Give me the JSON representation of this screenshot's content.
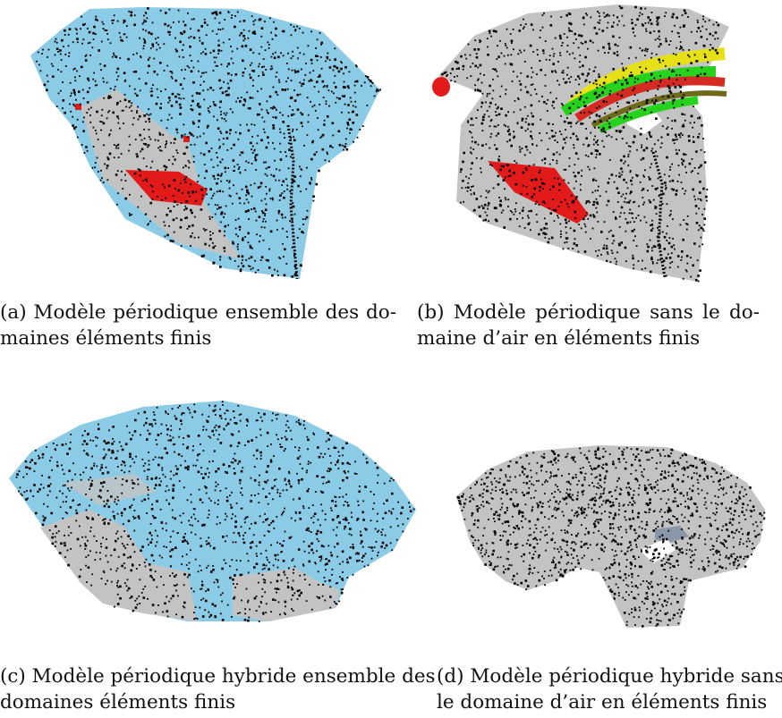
{
  "figures": [
    {
      "id": "a",
      "caption_lines": [
        "(a) Modèle périodique ensemble des do-",
        "maines éléments finis"
      ]
    },
    {
      "id": "b",
      "caption_lines": [
        "(b) Modèle périodique sans le do-",
        "maine d’air en éléments finis"
      ]
    },
    {
      "id": "c",
      "caption_lines": [
        "(c) Modèle périodique hybride ensemble des",
        "domaines éléments finis"
      ]
    },
    {
      "id": "d",
      "caption_lines": [
        "(d) Modèle périodique hybride sans",
        "le domaine d’air en éléments finis"
      ]
    }
  ],
  "colors": {
    "air": "#8ccbe6",
    "iron": "#c3c3c3",
    "magnet": "#e21a1a",
    "winding_green": "#27d21d",
    "winding_yellow": "#e6e017",
    "winding_red": "#d52b22",
    "winding_dark": "#6f6a1a",
    "mesh": "#000000",
    "shadow": "#8a97a8"
  }
}
